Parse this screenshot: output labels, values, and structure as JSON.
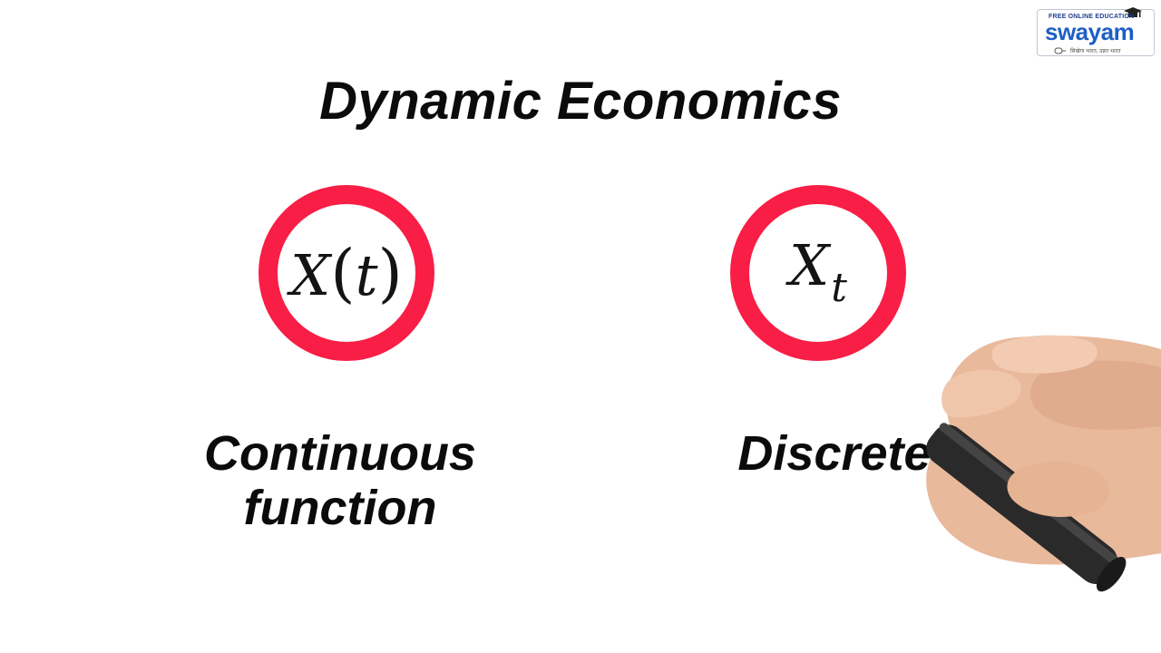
{
  "slide": {
    "title": "Dynamic Economics",
    "left": {
      "symbol_var": "X",
      "symbol_open": "(",
      "symbol_arg": "t",
      "symbol_close": ")",
      "label_line1": "Continuous",
      "label_line2": "function"
    },
    "right": {
      "symbol_var": "X",
      "symbol_sub": "t",
      "label": "Discrete"
    }
  },
  "logo": {
    "tagline_top": "FREE ONLINE EDUCATION",
    "wordmark": "swayam",
    "tagline_bottom": "सिखेगा भारत, उन्नत भारत"
  },
  "colors": {
    "ring": "#f81e45",
    "text": "#0b0b0b",
    "logo_blue": "#1d5fc4"
  }
}
